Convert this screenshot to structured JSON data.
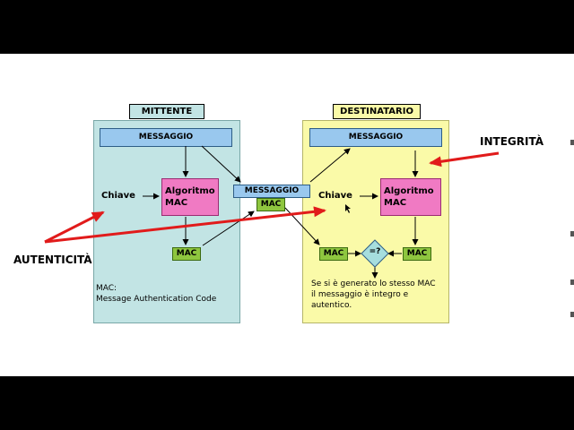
{
  "diagram": {
    "sender_title": "MITTENTE",
    "receiver_title": "DESTINATARIO",
    "sender_message": "MESSAGGIO",
    "receiver_message": "MESSAGGIO",
    "transit_message": "MESSAGGIO",
    "transit_mac": "MAC",
    "sender_key": "Chiave",
    "receiver_key": "Chiave",
    "sender_algorithm": [
      "Algoritmo",
      "MAC"
    ],
    "receiver_algorithm": [
      "Algoritmo",
      "MAC"
    ],
    "sender_mac": "MAC",
    "receiver_mac_received": "MAC",
    "receiver_mac_computed": "MAC",
    "compare_symbol": "=?",
    "sender_note": [
      "MAC:",
      "Message Authentication Code"
    ],
    "receiver_note": [
      "Se si è generato lo stesso MAC",
      "il messaggio è integro e",
      "autentico."
    ]
  },
  "callouts": {
    "integrity": "INTEGRITÀ",
    "authenticity": "AUTENTICITÀ"
  },
  "colors": {
    "sender_panel": "#c2e4e4",
    "receiver_panel": "#fafaa8",
    "message_box": "#99c8ee",
    "algorithm_box": "#f07ac3",
    "mac_box": "#8ec63f",
    "compare_diamond": "#a6dede",
    "callout_arrow": "#e11b1b"
  }
}
